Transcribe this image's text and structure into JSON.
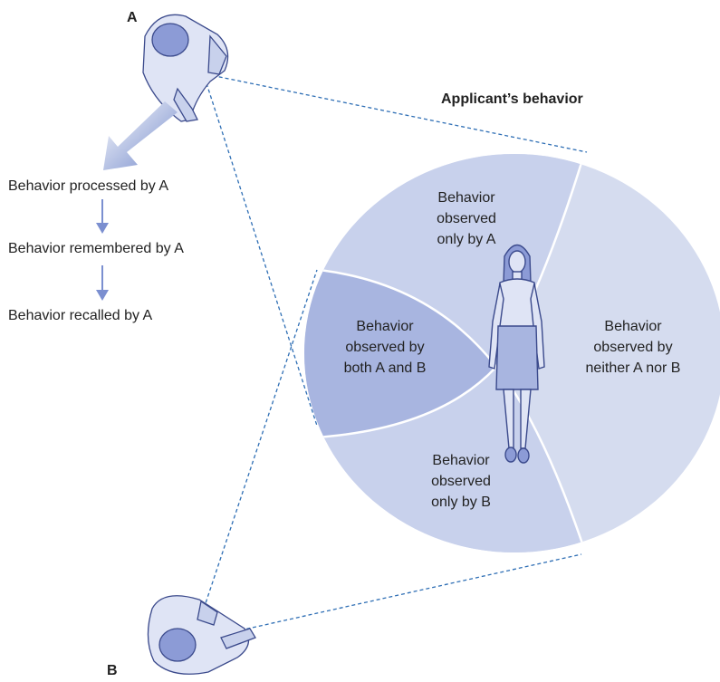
{
  "title": "Applicant’s behavior",
  "observers": {
    "a": "A",
    "b": "B"
  },
  "steps": [
    "Behavior processed by A",
    "Behavior remembered by A",
    "Behavior recalled by A"
  ],
  "regions": {
    "only_a": [
      "Behavior",
      "observed",
      "only by A"
    ],
    "both": [
      "Behavior",
      "observed by",
      "both A and B"
    ],
    "only_b": [
      "Behavior",
      "observed",
      "only by B"
    ],
    "neither": [
      "Behavior",
      "observed by",
      "neither A nor B"
    ]
  },
  "colors": {
    "region_light": "#d5dcef",
    "region_mid": "#c8d1ec",
    "region_dark": "#a8b5e0",
    "person": "#b3bfe8",
    "outline": "#3b4a8c",
    "dash": "#2f6fb5"
  }
}
